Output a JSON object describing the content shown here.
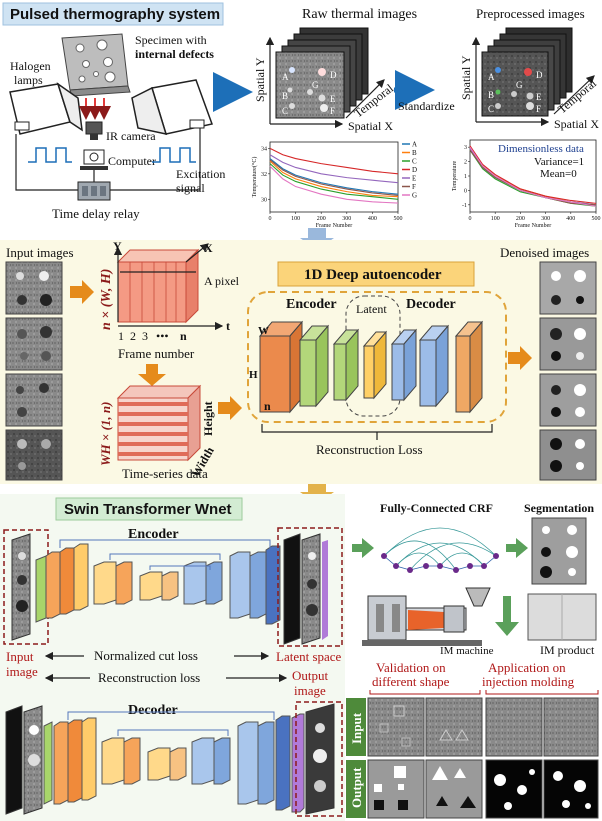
{
  "panel1": {
    "title": "Pulsed thermography system",
    "specimen_label": "Specimen with",
    "specimen_label_bold": "internal defects",
    "halogen_1": "Halogen",
    "halogen_2": "lamps",
    "ir_camera": "IR camera",
    "computer": "Computer",
    "excitation_1": "Excitation",
    "excitation_2": "signal",
    "relay": "Time delay relay",
    "raw_title": "Raw thermal images",
    "pre_title": "Preprocessed images",
    "spatial_y": "Spatial Y",
    "spatial_x": "Spatial X",
    "temporal": "Temporal",
    "standardize": "Standardize",
    "points": [
      "A",
      "B",
      "C",
      "D",
      "E",
      "F",
      "G"
    ],
    "dimensionless": "Dimensionless data",
    "variance": "Variance=1",
    "mean": "Mean=0"
  },
  "panel2": {
    "input_images": "Input images",
    "denoised_images": "Denoised images",
    "n_wh": "n × (W, H)",
    "axis_y": "Y",
    "axis_x": "X",
    "axis_t": "t",
    "a_pixel": "A pixel",
    "frame_nums": [
      "1",
      "2",
      "3",
      "•••",
      "n"
    ],
    "frame_number": "Frame number",
    "wh_1n": "WH × (1, n)",
    "height": "Height",
    "width": "Width",
    "time_series": "Time-series data",
    "ae_title": "1D Deep autoencoder",
    "encoder": "Encoder",
    "latent": "Latent",
    "decoder": "Decoder",
    "w": "W",
    "h": "H",
    "n": "n",
    "recon_loss": "Reconstruction Loss"
  },
  "panel3": {
    "title": "Swin Transformer Wnet",
    "encoder": "Encoder",
    "decoder": "Decoder",
    "input_image_1": "Input",
    "input_image_2": "image",
    "latent_space": "Latent space",
    "ncut_loss": "Normalized cut loss",
    "recon_loss": "Reconstruction loss",
    "output_image_1": "Output",
    "output_image_2": "image",
    "crf": "Fully-Connected CRF",
    "segmentation": "Segmentation",
    "im_machine": "IM machine",
    "im_product": "IM product",
    "validation_1": "Validation on",
    "validation_2": "different shape",
    "application_1": "Application on",
    "application_2": "injection molding",
    "row_input": "Input",
    "row_output": "Output"
  },
  "chart_data": [
    {
      "type": "line",
      "title": "",
      "xlabel": "Frame Number",
      "ylabel": "Temperature(°C)",
      "xlim": [
        0,
        500
      ],
      "ylim": [
        29,
        34.5
      ],
      "xticks": [
        0,
        100,
        200,
        300,
        400,
        500
      ],
      "yticks": [
        30,
        32,
        34
      ],
      "series": [
        {
          "name": "A",
          "color": "#1f77b4",
          "x": [
            0,
            50,
            100,
            200,
            300,
            400,
            500
          ],
          "values": [
            33.2,
            32.4,
            31.9,
            31.3,
            30.9,
            30.6,
            30.4
          ]
        },
        {
          "name": "B",
          "color": "#ff7f0e",
          "x": [
            0,
            50,
            100,
            200,
            300,
            400,
            500
          ],
          "values": [
            33.0,
            32.1,
            31.6,
            31.0,
            30.6,
            30.3,
            30.2
          ]
        },
        {
          "name": "C",
          "color": "#2ca02c",
          "x": [
            0,
            50,
            100,
            200,
            300,
            400,
            500
          ],
          "values": [
            32.8,
            31.9,
            31.4,
            30.8,
            30.4,
            30.2,
            30.0
          ]
        },
        {
          "name": "D",
          "color": "#d62728",
          "x": [
            0,
            50,
            100,
            200,
            300,
            400,
            500
          ],
          "values": [
            34.0,
            33.5,
            33.2,
            32.8,
            32.5,
            32.2,
            32.0
          ]
        },
        {
          "name": "E",
          "color": "#9467bd",
          "x": [
            0,
            50,
            100,
            200,
            300,
            400,
            500
          ],
          "values": [
            33.5,
            32.9,
            32.5,
            32.0,
            31.7,
            31.5,
            31.3
          ]
        },
        {
          "name": "F",
          "color": "#8c564b",
          "x": [
            0,
            50,
            100,
            200,
            300,
            400,
            500
          ],
          "values": [
            33.1,
            32.3,
            31.8,
            31.2,
            30.8,
            30.5,
            30.3
          ]
        },
        {
          "name": "G",
          "color": "#e377c2",
          "x": [
            0,
            50,
            100,
            200,
            300,
            400,
            500
          ],
          "values": [
            32.6,
            31.6,
            31.0,
            30.4,
            30.0,
            29.8,
            29.7
          ]
        }
      ]
    },
    {
      "type": "line",
      "title": "",
      "xlabel": "Frame Number",
      "ylabel": "Temperature",
      "xlim": [
        0,
        500
      ],
      "ylim": [
        -1.5,
        3.5
      ],
      "xticks": [
        0,
        100,
        200,
        300,
        400,
        500
      ],
      "yticks": [
        -1,
        0,
        1,
        2,
        3
      ],
      "series": [
        {
          "name": "A",
          "color": "#1f77b4",
          "x": [
            0,
            50,
            100,
            200,
            300,
            400,
            500
          ],
          "values": [
            2.9,
            1.6,
            0.9,
            0.0,
            -0.5,
            -0.8,
            -1.0
          ]
        },
        {
          "name": "B",
          "color": "#ff7f0e",
          "x": [
            0,
            50,
            100,
            200,
            300,
            400,
            500
          ],
          "values": [
            3.0,
            1.7,
            1.0,
            0.1,
            -0.4,
            -0.8,
            -1.0
          ]
        },
        {
          "name": "C",
          "color": "#2ca02c",
          "x": [
            0,
            50,
            100,
            200,
            300,
            400,
            500
          ],
          "values": [
            2.8,
            1.5,
            0.8,
            -0.1,
            -0.5,
            -0.9,
            -1.1
          ]
        },
        {
          "name": "D",
          "color": "#d62728",
          "x": [
            0,
            50,
            100,
            200,
            300,
            400,
            500
          ],
          "values": [
            3.1,
            1.8,
            1.1,
            0.1,
            -0.4,
            -0.7,
            -0.9
          ]
        },
        {
          "name": "E",
          "color": "#9467bd",
          "x": [
            0,
            50,
            100,
            200,
            300,
            400,
            500
          ],
          "values": [
            2.9,
            1.6,
            0.9,
            0.0,
            -0.5,
            -0.8,
            -1.0
          ]
        },
        {
          "name": "F",
          "color": "#8c564b",
          "x": [
            0,
            50,
            100,
            200,
            300,
            400,
            500
          ],
          "values": [
            2.8,
            1.6,
            0.9,
            0.0,
            -0.5,
            -0.9,
            -1.0
          ]
        },
        {
          "name": "G",
          "color": "#e377c2",
          "x": [
            0,
            50,
            100,
            200,
            300,
            400,
            500
          ],
          "values": [
            3.0,
            1.7,
            1.0,
            0.0,
            -0.5,
            -0.8,
            -1.1
          ]
        }
      ]
    }
  ]
}
